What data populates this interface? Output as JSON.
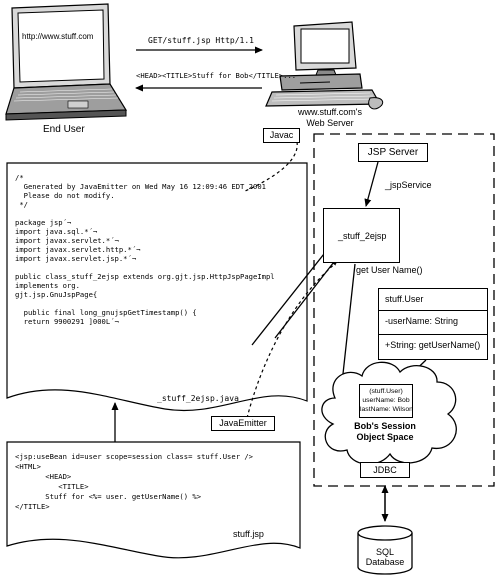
{
  "top": {
    "laptop_url": "http://www.stuff.com",
    "end_user": "End User",
    "request": "GET/stuff.jsp Http/1.1",
    "response": "<HEAD><TITLE>Stuff for Bob</TITLE>...",
    "server_line1": "www.stuff.com's",
    "server_line2": "Web Server"
  },
  "javac": "Javac",
  "java_file": {
    "lines": [
      "/*",
      "  Generated by JavaEmitter on Wed May 16 12:09:46 EDT 2001",
      "  Please do not modify.",
      " */",
      "",
      "package jsp´¬",
      "import java.sql.*´¬",
      "import javax.servlet.*´¬",
      "import javax.servlet.http.*´¬",
      "import javax.servlet.jsp.*´¬",
      "",
      "public class_stuff_2ejsp extends org.gjt.jsp.HttpJspPageImpl",
      "implements org.",
      "gjt.jsp.GnuJspPage{",
      "",
      "  public final long_gnujspGetTimestamp() {",
      "  return 9900291 ]000L´¬"
    ],
    "filename": "_stuff_2ejsp.java"
  },
  "jsp_file": {
    "lines": [
      "<jsp:useBean id=user scope=session class= stuff.User />",
      "<HTML>",
      "       <HEAD>",
      "          <TITLE>",
      "       Stuff for <%= user. getUserName() %>",
      "</TITLE>"
    ],
    "filename": "stuff.jsp"
  },
  "java_emitter": "JavaEmitter",
  "server": {
    "jsp_server": "JSP Server",
    "jsp_service": "_jspService",
    "servlet": "_stuff_2ejsp",
    "get_user": "get User Name()",
    "user_class": {
      "name": "stuff.User",
      "field": "-userName:  String",
      "method": "+String:  getUserName()"
    },
    "object": {
      "type": "(stuff.User)",
      "name": "userName: Bob",
      "last": "lastName: Wilson"
    },
    "space_line1": "Bob's Session",
    "space_line2": "Object Space",
    "jdbc": "JDBC"
  },
  "database": {
    "line1": "SQL",
    "line2": "Database"
  }
}
